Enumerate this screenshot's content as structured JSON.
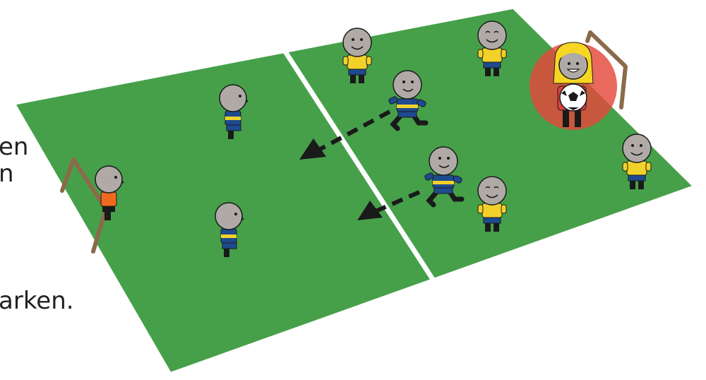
{
  "text_fragments": [
    "en",
    "n",
    "arken."
  ],
  "colors": {
    "grass": "#46a04a",
    "field_border": "#ffffff",
    "goal_post": "#8b6a4a",
    "arrow": "#1a1a1a",
    "skin": "#b0aaa6",
    "team_a_shirt": "#f2d22a",
    "team_a_shorts": "#1e4b8f",
    "team_b_shirt": "#1e4b8f",
    "team_b_band": "#f2d22a",
    "left_keeper_shirt": "#ef6a1e",
    "keeper_highlight": "#e4483a",
    "keeper_hair": "#f6d623"
  }
}
